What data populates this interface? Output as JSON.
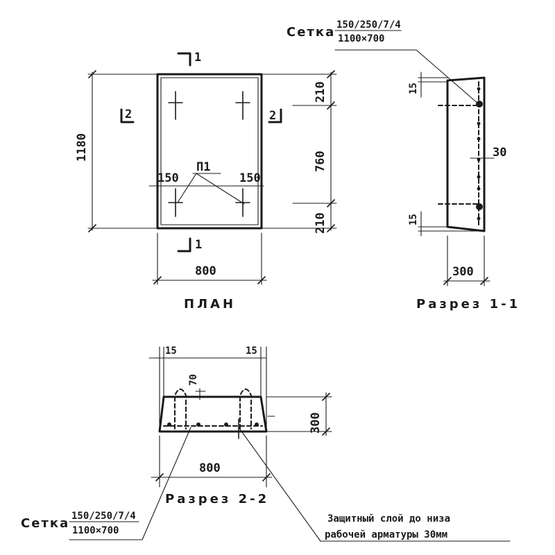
{
  "plan": {
    "title": "ПЛАН",
    "dim_height": "1180",
    "dim_width": "800",
    "dim_top": "210",
    "dim_middle": "760",
    "dim_bottom": "210",
    "dim_left_offset": "150",
    "dim_right_offset": "150",
    "loop_label": "П1",
    "section_1": "1",
    "section_2": "2"
  },
  "section_1_1": {
    "title": "Разрез 1-1",
    "mesh_label": "Сетка",
    "mesh_numerator": "150/250/7/4",
    "mesh_denominator": "1100×700",
    "dim_top": "15",
    "dim_bottom": "15",
    "dim_side": "30",
    "dim_width": "300"
  },
  "section_2_2": {
    "title": "Разрез 2-2",
    "dim_left": "15",
    "dim_right": "15",
    "dim_loop": "70",
    "dim_height": "300",
    "dim_width": "800",
    "mesh_label": "Сетка",
    "mesh_numerator": "150/250/7/4",
    "mesh_denominator": "1100×700",
    "note_line_1": "Защитный слой до низа",
    "note_line_2": "рабочей арматуры 30мм"
  }
}
